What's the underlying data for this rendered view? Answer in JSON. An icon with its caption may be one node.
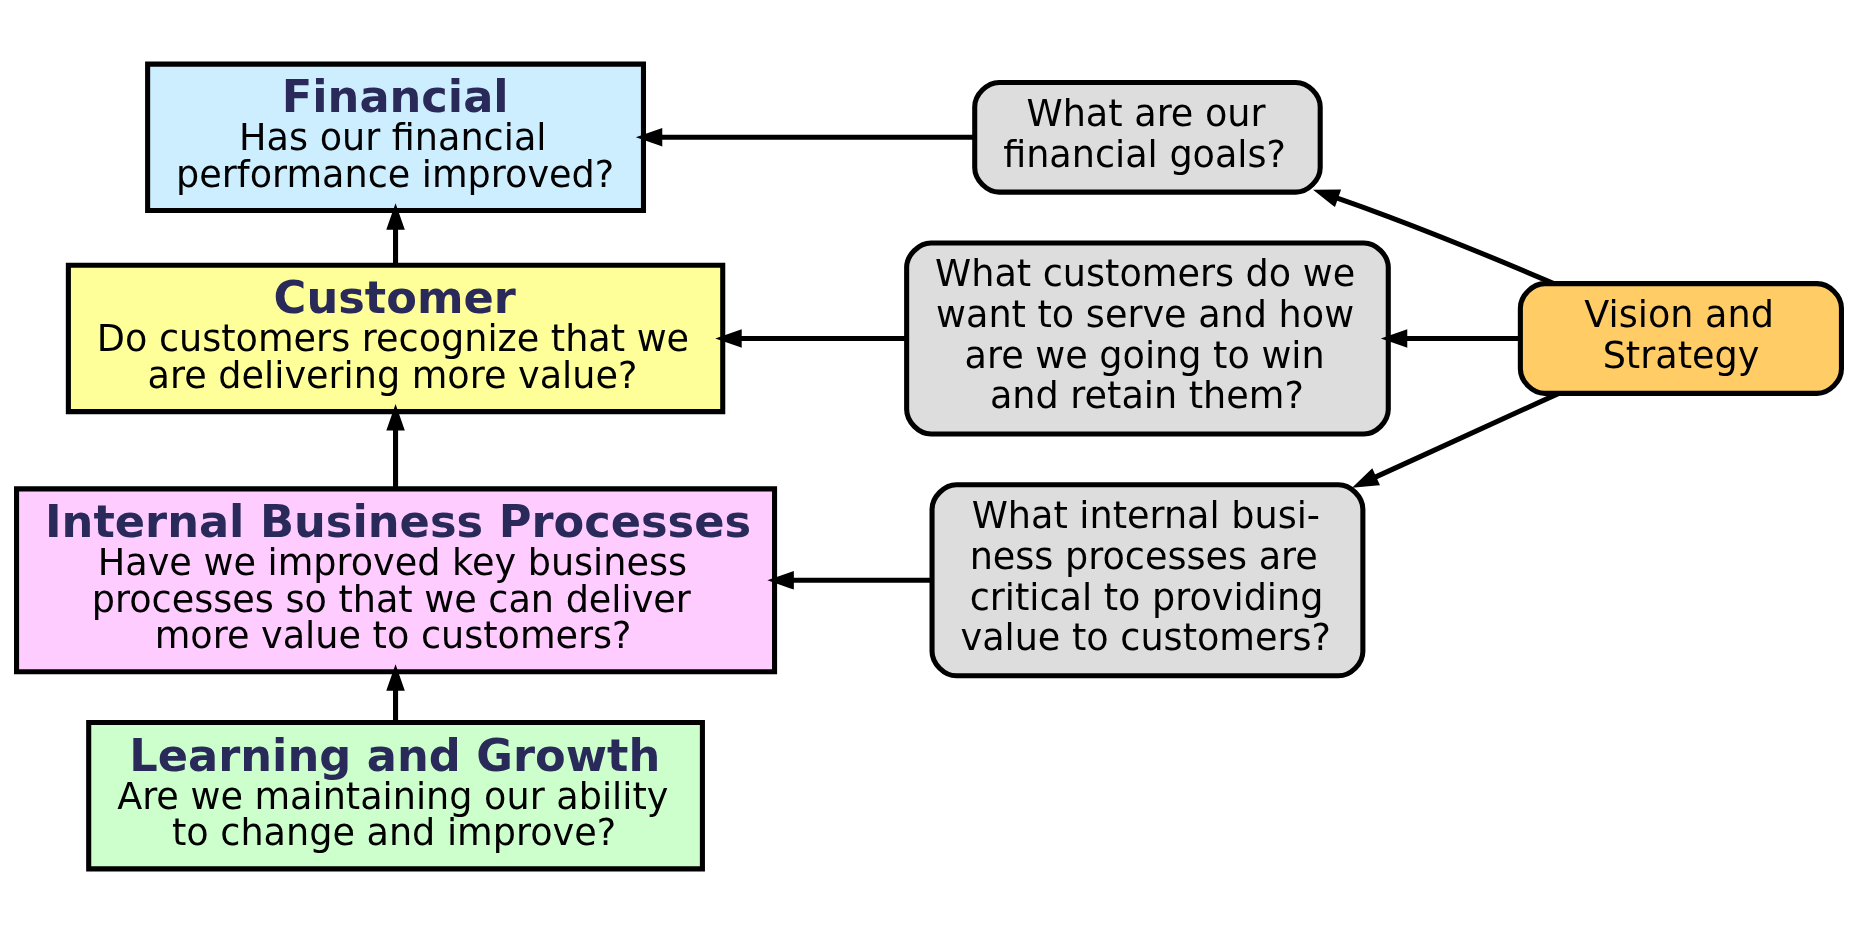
{
  "diagram": {
    "nodes": [
      {
        "text": [
          "Financial",
          "Has our financial performance improved?"
        ]
      },
      {
        "text": [
          "Customer",
          "Do customers recognize that we are delivering more value?"
        ]
      },
      {
        "text": [
          "Internal Business Processes",
          "Have we improved key business processes so that we can deliver more value to customers?"
        ]
      },
      {
        "text": [
          "Learning and Growth",
          "Are we maintaining our ability to change and improve?"
        ]
      },
      {
        "text": [
          "What are our financial goals?"
        ]
      },
      {
        "text": [
          "What customers do we want to serve and how are we going to win and retain them?"
        ]
      },
      {
        "text": [
          "What internal busi- ness processes are critical to providing value to customers?"
        ]
      },
      {
        "text": [
          "Vision and Strategy"
        ]
      }
    ],
    "edges": [
      {
        "from": 1,
        "to": 0,
        "arrow": "to"
      },
      {
        "from": 2,
        "to": 1,
        "arrow": "to"
      },
      {
        "from": 3,
        "to": 2,
        "arrow": "to"
      },
      {
        "from": 4,
        "to": 0,
        "arrow": "to"
      },
      {
        "from": 5,
        "to": 1,
        "arrow": "to"
      },
      {
        "from": 6,
        "to": 2,
        "arrow": "to"
      },
      {
        "from": 7,
        "to": 4,
        "arrow": "to"
      },
      {
        "from": 7,
        "to": 5,
        "arrow": "to"
      },
      {
        "from": 7,
        "to": 6,
        "arrow": "to"
      }
    ]
  }
}
